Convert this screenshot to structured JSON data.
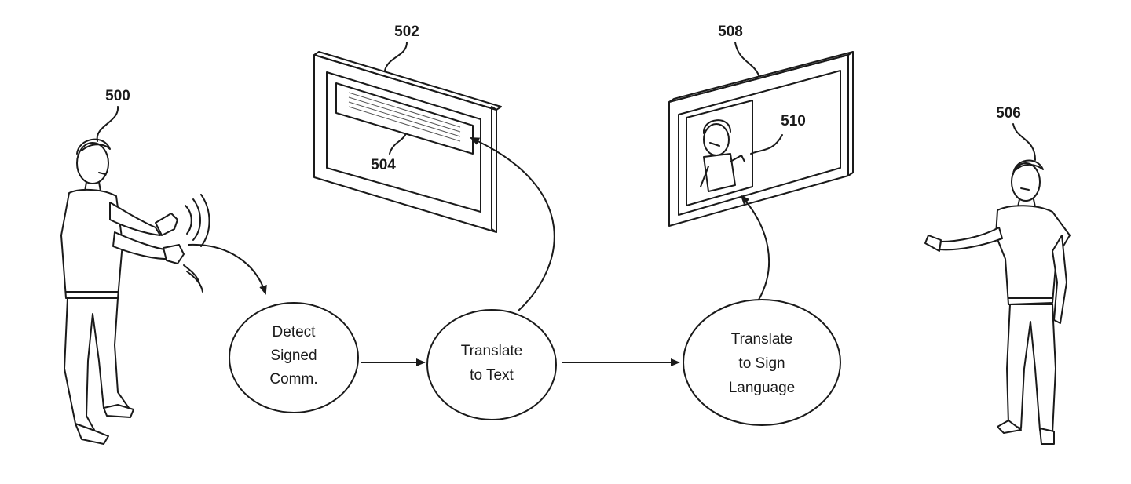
{
  "nodes": [
    {
      "id": "detect",
      "lines": [
        "Detect",
        "Signed",
        "Comm."
      ]
    },
    {
      "id": "to_text",
      "lines": [
        "Translate",
        "to Text"
      ]
    },
    {
      "id": "to_sign",
      "lines": [
        "Translate",
        "to Sign",
        "Language"
      ]
    }
  ],
  "refs": {
    "signer": "500",
    "text_display": "502",
    "text_box": "504",
    "hearing_person": "506",
    "sign_display": "508",
    "avatar": "510"
  }
}
